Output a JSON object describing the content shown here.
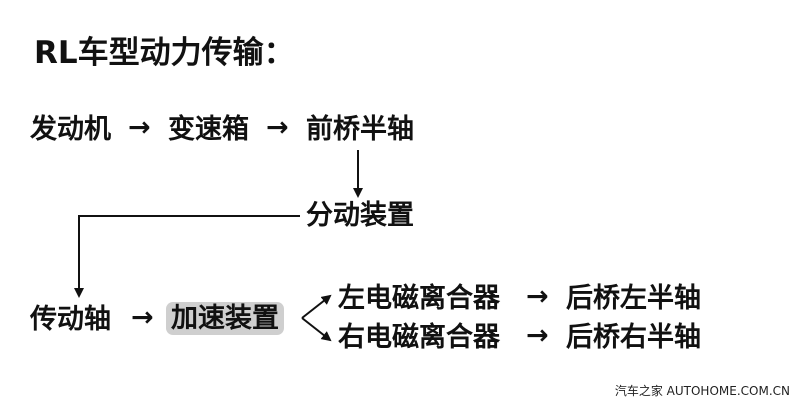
{
  "title": "RL车型动力传输：",
  "nodes": {
    "engine": "发动机",
    "gearbox": "变速箱",
    "front_axle": "前桥半轴",
    "transfer_case": "分动装置",
    "driveshaft": "传动轴",
    "accelerator": "加速装置",
    "left_clutch": "左电磁离合器",
    "right_clutch": "右电磁离合器",
    "rear_left": "后桥左半轴",
    "rear_right": "后桥右半轴"
  },
  "arrow": "→",
  "colors": {
    "highlight": "#cfcfcf",
    "text": "#111111"
  },
  "watermark": "汽车之家  AUTOHOME.COM.CN"
}
